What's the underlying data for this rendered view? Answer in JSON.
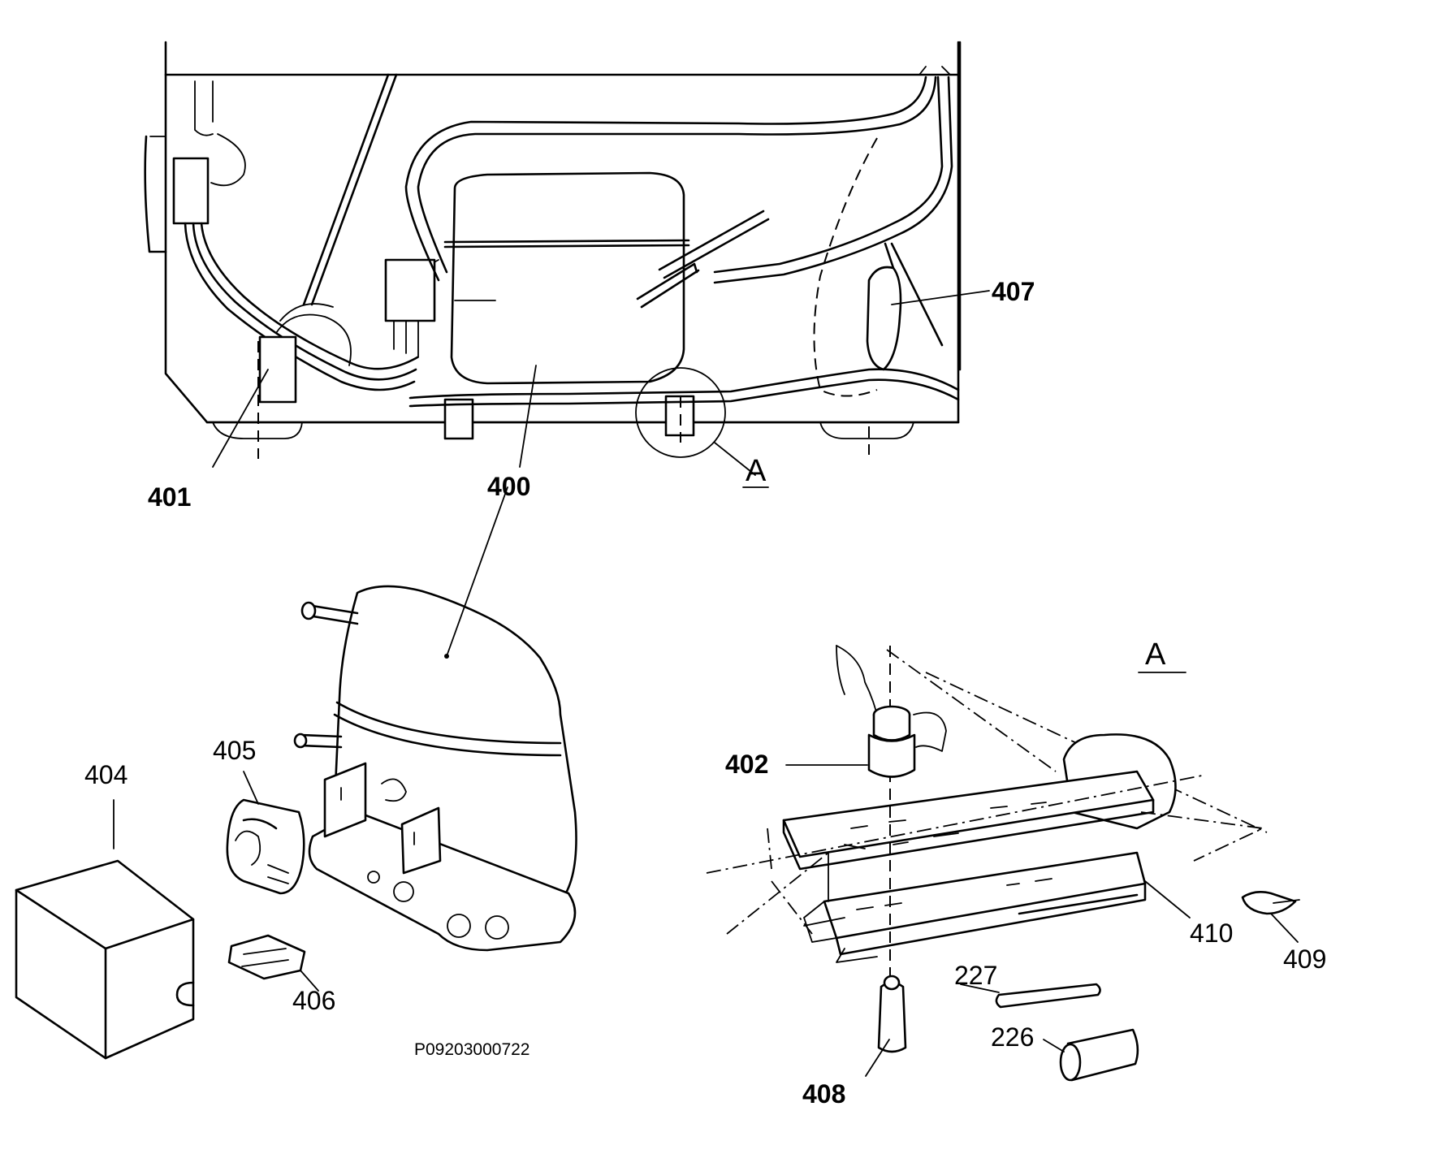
{
  "diagram": {
    "drawing_code": "P09203000722",
    "detail_marker": "A",
    "detail_title": "A",
    "parts": [
      {
        "id": "400",
        "label": "400"
      },
      {
        "id": "400b",
        "label": "400"
      },
      {
        "id": "401",
        "label": "401"
      },
      {
        "id": "402",
        "label": "402"
      },
      {
        "id": "404",
        "label": "404"
      },
      {
        "id": "405",
        "label": "405"
      },
      {
        "id": "406",
        "label": "406"
      },
      {
        "id": "407",
        "label": "407"
      },
      {
        "id": "408",
        "label": "408"
      },
      {
        "id": "409",
        "label": "409"
      },
      {
        "id": "410",
        "label": "410"
      },
      {
        "id": "226",
        "label": "226"
      },
      {
        "id": "227",
        "label": "227"
      }
    ]
  }
}
